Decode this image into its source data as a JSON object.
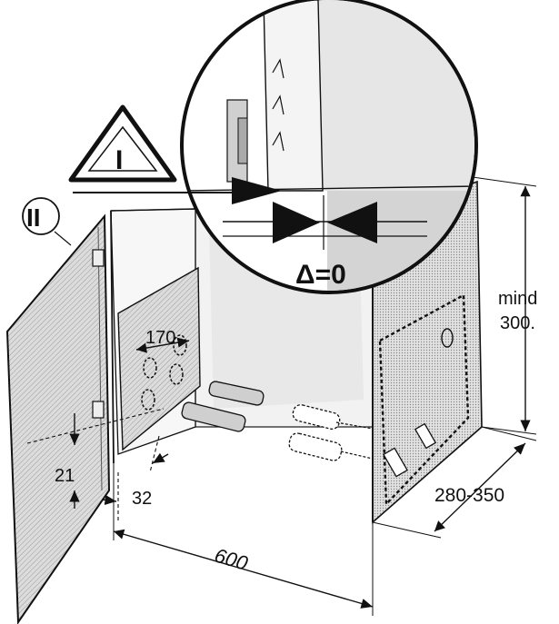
{
  "marks": {
    "warning_roman": "I",
    "door_roman": "II",
    "delta_label": "Δ=0"
  },
  "dimensions": {
    "hole_spacing": "170",
    "hinge_offset_vertical": "21",
    "hinge_offset_horizontal": "32",
    "cabinet_width": "600",
    "cabinet_depth": "280-350",
    "min_height_line1": "mind",
    "min_height_line2": "300."
  },
  "colors": {
    "ink": "#111111",
    "panel_fill": "#d8d8d8",
    "panel_dark": "#bcbcbc",
    "background": "#ffffff"
  }
}
